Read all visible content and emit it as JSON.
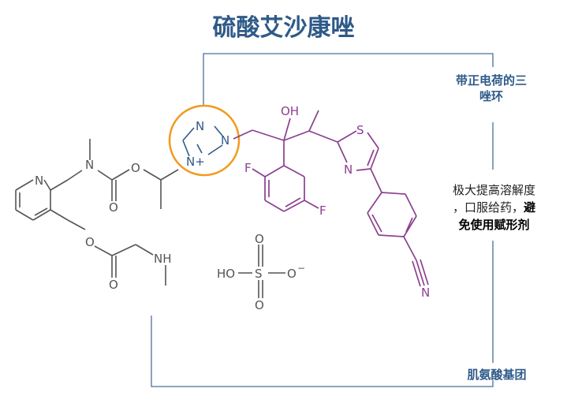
{
  "title": "硫酸艾沙康唑",
  "annotations": {
    "triazolium": "带正电荷的三唑环",
    "triazolium_line1": "带正电荷的三",
    "triazolium_line2": "唑环",
    "solubility_line1": "极大提高溶解度",
    "solubility_line2": "，口服给药，",
    "solubility_bold1": "避",
    "solubility_bold2": "免使用赋形剂",
    "amino_acid": "肌氨酸基团"
  },
  "atoms": {
    "N": "N",
    "O": "O",
    "OH": "OH",
    "S": "S",
    "F": "F",
    "HO": "HO",
    "O_minus": "O",
    "NH": "NH",
    "N_plus": "N+",
    "minus": "−"
  },
  "colors": {
    "title": "#2e5a88",
    "prodrug_gray": "#555555",
    "core_purple": "#8b3f8f",
    "highlight_orange": "#f29a1f",
    "bracket_blue": "#4a6f9a"
  }
}
